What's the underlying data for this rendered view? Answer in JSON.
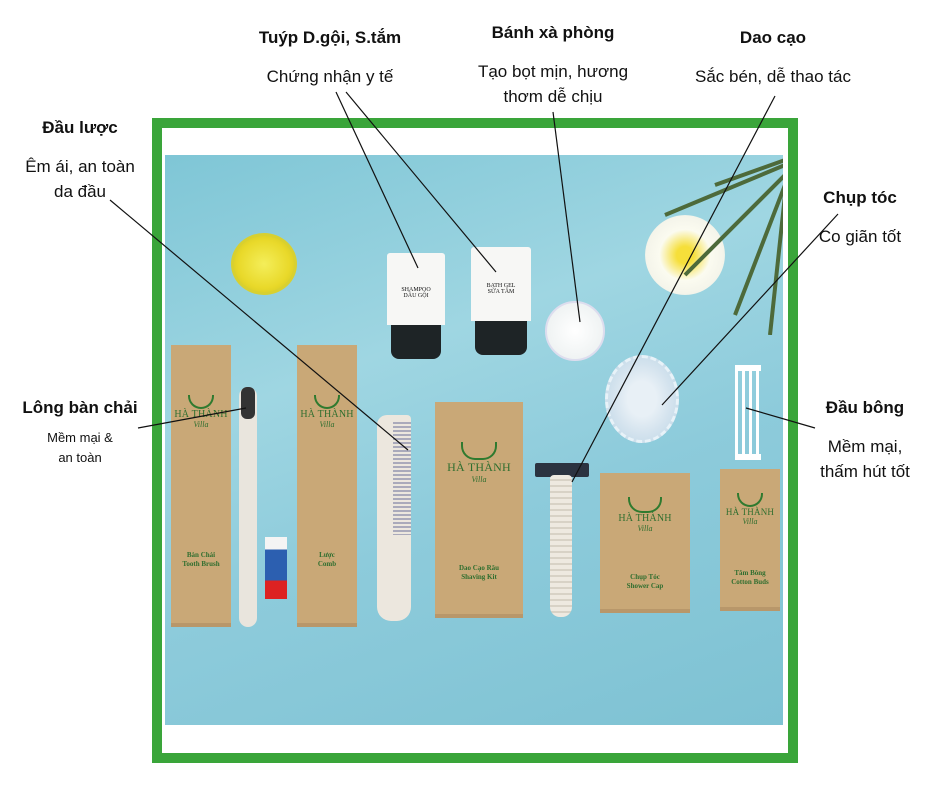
{
  "annotations": {
    "tubes": {
      "title": "Tuýp D.gội, S.tắm",
      "desc": "Chứng nhận y tế"
    },
    "soap": {
      "title": "Bánh xà phòng",
      "desc1": "Tạo bọt mịn, hương",
      "desc2": "thơm dễ chịu"
    },
    "razor": {
      "title": "Dao cạo",
      "desc": "Sắc bén, dễ thao tác"
    },
    "comb": {
      "title": "Đầu lược",
      "desc1": "Êm ái, an toàn",
      "desc2": "da đầu"
    },
    "cap": {
      "title": "Chụp tóc",
      "desc": "Co giãn tốt"
    },
    "brush": {
      "title": "Lông bàn chải",
      "desc1": "Mềm mại &",
      "desc2": "an toàn"
    },
    "buds": {
      "title": "Đầu bông",
      "desc1": "Mềm mại,",
      "desc2": "thấm hút tốt"
    }
  },
  "brand": {
    "name": "HÀ THÀNH",
    "sub": "Villa"
  },
  "packages": [
    {
      "l1": "Bàn Chải",
      "l2": "Tooth Brush"
    },
    {
      "l1": "Lược",
      "l2": "Comb"
    },
    {
      "l1": "Dao Cạo Râu",
      "l2": "Shaving Kit"
    },
    {
      "l1": "Chụp Tóc",
      "l2": "Shower Cap"
    },
    {
      "l1": "Tăm Bông",
      "l2": "Cotton Buds"
    }
  ],
  "tubes": [
    {
      "l1": "SHAMPOO",
      "l2": "DẦU GỘI"
    },
    {
      "l1": "BATH GEL",
      "l2": "SỮA TẮM"
    }
  ],
  "colors": {
    "frame": "#3aa53a",
    "kraft": "#c9a877",
    "logo": "#2f6e2f"
  }
}
